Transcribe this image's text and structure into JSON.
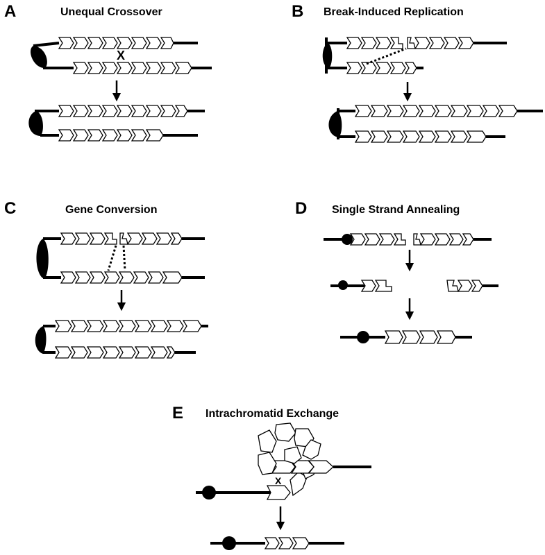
{
  "panels": [
    {
      "letter": "A",
      "title": "Unequal Crossover"
    },
    {
      "letter": "B",
      "title": "Break-Induced Replication"
    },
    {
      "letter": "C",
      "title": "Gene Conversion"
    },
    {
      "letter": "D",
      "title": "Single Strand Annealing"
    },
    {
      "letter": "E",
      "title": "Intrachromatid Exchange"
    }
  ],
  "crossover_mark": "X"
}
